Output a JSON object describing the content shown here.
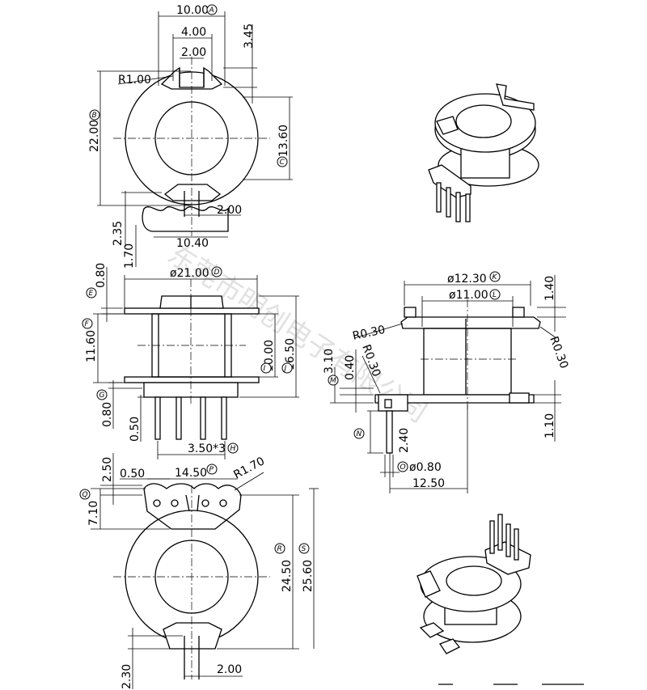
{
  "drawing": {
    "watermark": "东莞市明创电子有限公司",
    "top_view": {
      "dims": [
        {
          "text": "10.00",
          "tag": "A"
        },
        {
          "text": "4.00"
        },
        {
          "text": "2.00"
        },
        {
          "text": "3.45"
        },
        {
          "text": "R1.00"
        },
        {
          "text": "22.00",
          "tag": "B"
        },
        {
          "text": "13.60",
          "tag": "C"
        },
        {
          "text": "2.00"
        },
        {
          "text": "2.35"
        },
        {
          "text": "10.40"
        },
        {
          "text": "1.70"
        }
      ]
    },
    "front_view": {
      "dims": [
        {
          "text": "0.80",
          "tag": "E"
        },
        {
          "text": "ø21.00",
          "tag": "D"
        },
        {
          "text": "11.60",
          "tag": "F"
        },
        {
          "text": "10.00",
          "tag": "I"
        },
        {
          "text": "16.50",
          "tag": "J"
        },
        {
          "text": "0.80",
          "tag": "G"
        },
        {
          "text": "0.50"
        },
        {
          "text": "3.50*3",
          "tag": "H"
        }
      ]
    },
    "side_view": {
      "dims": [
        {
          "text": "ø12.30",
          "tag": "K"
        },
        {
          "text": "ø11.00",
          "tag": "L"
        },
        {
          "text": "1.40"
        },
        {
          "text": "R0.30"
        },
        {
          "text": "R0.30"
        },
        {
          "text": "R0.30"
        },
        {
          "text": "0.40"
        },
        {
          "text": "3.10",
          "tag": "M"
        },
        {
          "text": "2.40",
          "tag": "N"
        },
        {
          "text": "ø0.80",
          "tag": "O"
        },
        {
          "text": "12.50"
        },
        {
          "text": "1.10"
        }
      ]
    },
    "bottom_view": {
      "dims": [
        {
          "text": "2.50"
        },
        {
          "text": "0.50"
        },
        {
          "text": "14.50",
          "tag": "P"
        },
        {
          "text": "R1.70"
        },
        {
          "text": "7.10",
          "tag": "Q"
        },
        {
          "text": "24.50",
          "tag": "R"
        },
        {
          "text": "25.60",
          "tag": "S"
        },
        {
          "text": "2.30"
        },
        {
          "text": "2.00"
        }
      ]
    }
  }
}
